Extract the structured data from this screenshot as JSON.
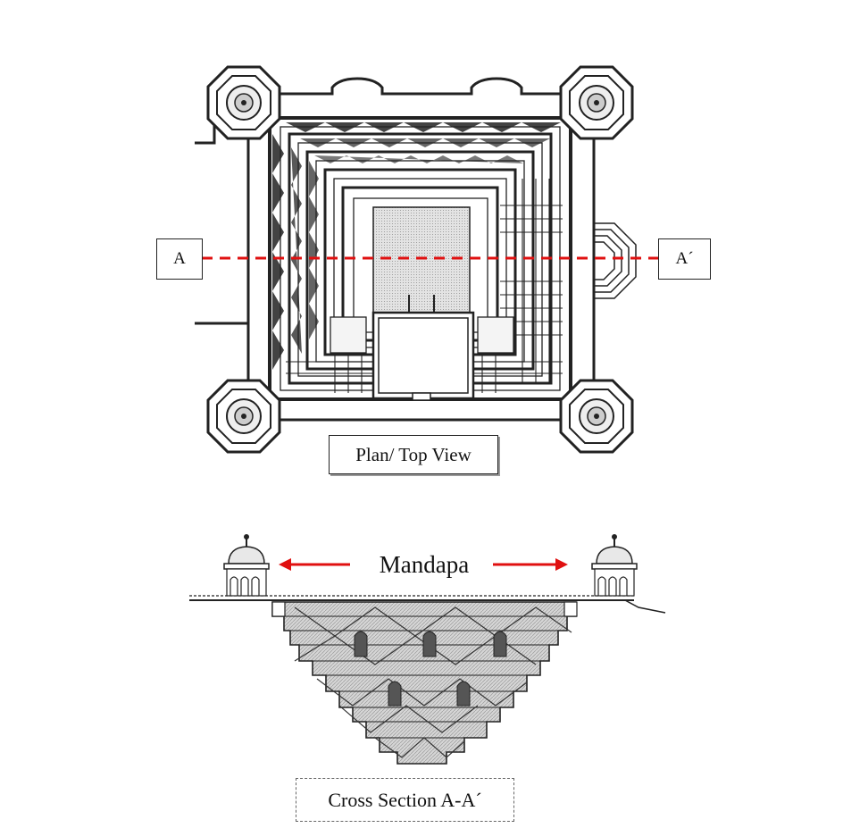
{
  "plan": {
    "caption": "Plan/ Top View",
    "section_marker_left": "A",
    "section_marker_right": "A´"
  },
  "section": {
    "caption": "Cross Section A-A´",
    "mandapa_label": "Mandapa"
  },
  "colors": {
    "line": "#222222",
    "section_line": "#e01010",
    "arrow": "#e01010",
    "stone_shade": "#c8c8c8",
    "background": "#ffffff"
  },
  "icons": [
    "octagonal-corner-pavilion-icon",
    "domed-pavilion-icon",
    "arrow-left-icon",
    "arrow-right-icon"
  ]
}
